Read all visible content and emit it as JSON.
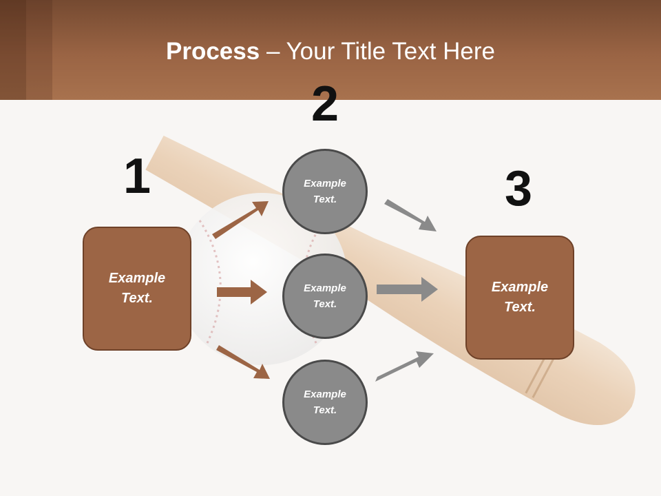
{
  "title": {
    "bold": "Process",
    "rest": " – Your Title Text Here"
  },
  "steps": {
    "one": {
      "number": "1",
      "label_line1": "Example",
      "label_line2": "Text."
    },
    "two": {
      "number": "2"
    },
    "three": {
      "number": "3",
      "label_line1": "Example",
      "label_line2": "Text."
    }
  },
  "circles": [
    {
      "line1": "Example",
      "line2": "Text."
    },
    {
      "line1": "Example",
      "line2": "Text."
    },
    {
      "line1": "Example",
      "line2": "Text."
    }
  ],
  "colors": {
    "brown": "#9c6545",
    "gray": "#8a8a8a",
    "header": "#a06848"
  }
}
